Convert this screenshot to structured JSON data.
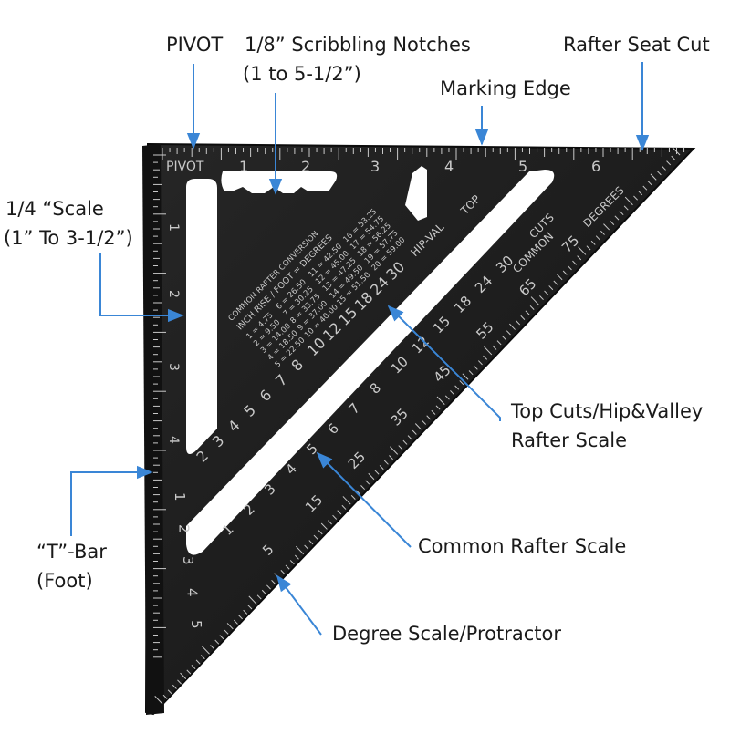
{
  "callouts": {
    "pivot": "PIVOT",
    "notches_line1": "1/8” Scribbling Notches",
    "notches_line2": "(1 to 5-1/2”)",
    "marking_edge": "Marking Edge",
    "rafter_seat": "Rafter Seat Cut",
    "scale_line1": "1/4 “Scale",
    "scale_line2": "(1” To 3-1/2”)",
    "hip_line1": "Top Cuts/Hip&Valley",
    "hip_line2": "Rafter Scale",
    "common_rafter": "Common Rafter Scale",
    "tbar_line1": "“T”-Bar",
    "tbar_line2": "(Foot)",
    "degree_scale": "Degree Scale/Protractor"
  },
  "tool": {
    "pivot_mark": "PIVOT",
    "inch_numbers": [
      "1",
      "2",
      "3",
      "4",
      "5",
      "6"
    ],
    "side_inch_numbers": [
      "1",
      "2",
      "3",
      "4"
    ],
    "table_title_1": "COMMON RAFTER CONVERSION",
    "table_title_2": "INCH RISE / FOOT = DEGREES",
    "table_col_1": [
      "1 = 4.75",
      "2 = 9.50",
      "3 = 14.00",
      "4 = 18.50",
      "5 = 22.50"
    ],
    "table_col_2": [
      "6 = 26.50",
      "7 = 30.25",
      "8 = 33.75",
      "9 = 37.00",
      "10 = 40.00"
    ],
    "table_col_3": [
      "11 = 42.50",
      "12 = 45.00",
      "13 = 47.25",
      "14 = 49.50",
      "15 = 51.50"
    ],
    "table_col_4": [
      "16 = 53.25",
      "17 = 54.75",
      "18 = 56.25",
      "19 = 57.75",
      "20 = 59.00"
    ],
    "hip_val_label": "HIP-VAL",
    "top_label": "TOP",
    "cuts_label": "CUTS",
    "common_label": "COMMON",
    "degrees_label": "DEGREES",
    "hip_scale_numbers": [
      "2",
      "3",
      "4",
      "5",
      "6",
      "7",
      "8",
      "10",
      "12",
      "15",
      "18",
      "24",
      "30"
    ],
    "common_scale_numbers": [
      "1",
      "2",
      "3",
      "4",
      "5",
      "6",
      "7",
      "8",
      "10",
      "12",
      "15",
      "18",
      "24",
      "30"
    ],
    "degree_numbers": [
      "5",
      "15",
      "25",
      "35",
      "45",
      "55",
      "65",
      "75"
    ],
    "foot_numbers": [
      "1",
      "2",
      "3",
      "4",
      "5"
    ]
  },
  "colors": {
    "tool_body": "#1b1b1b",
    "tool_edge": "#0c0c0c",
    "engraving": "#c9c9c9",
    "callout_arrow": "#3a86d6",
    "callout_text": "#1a1a1a"
  }
}
